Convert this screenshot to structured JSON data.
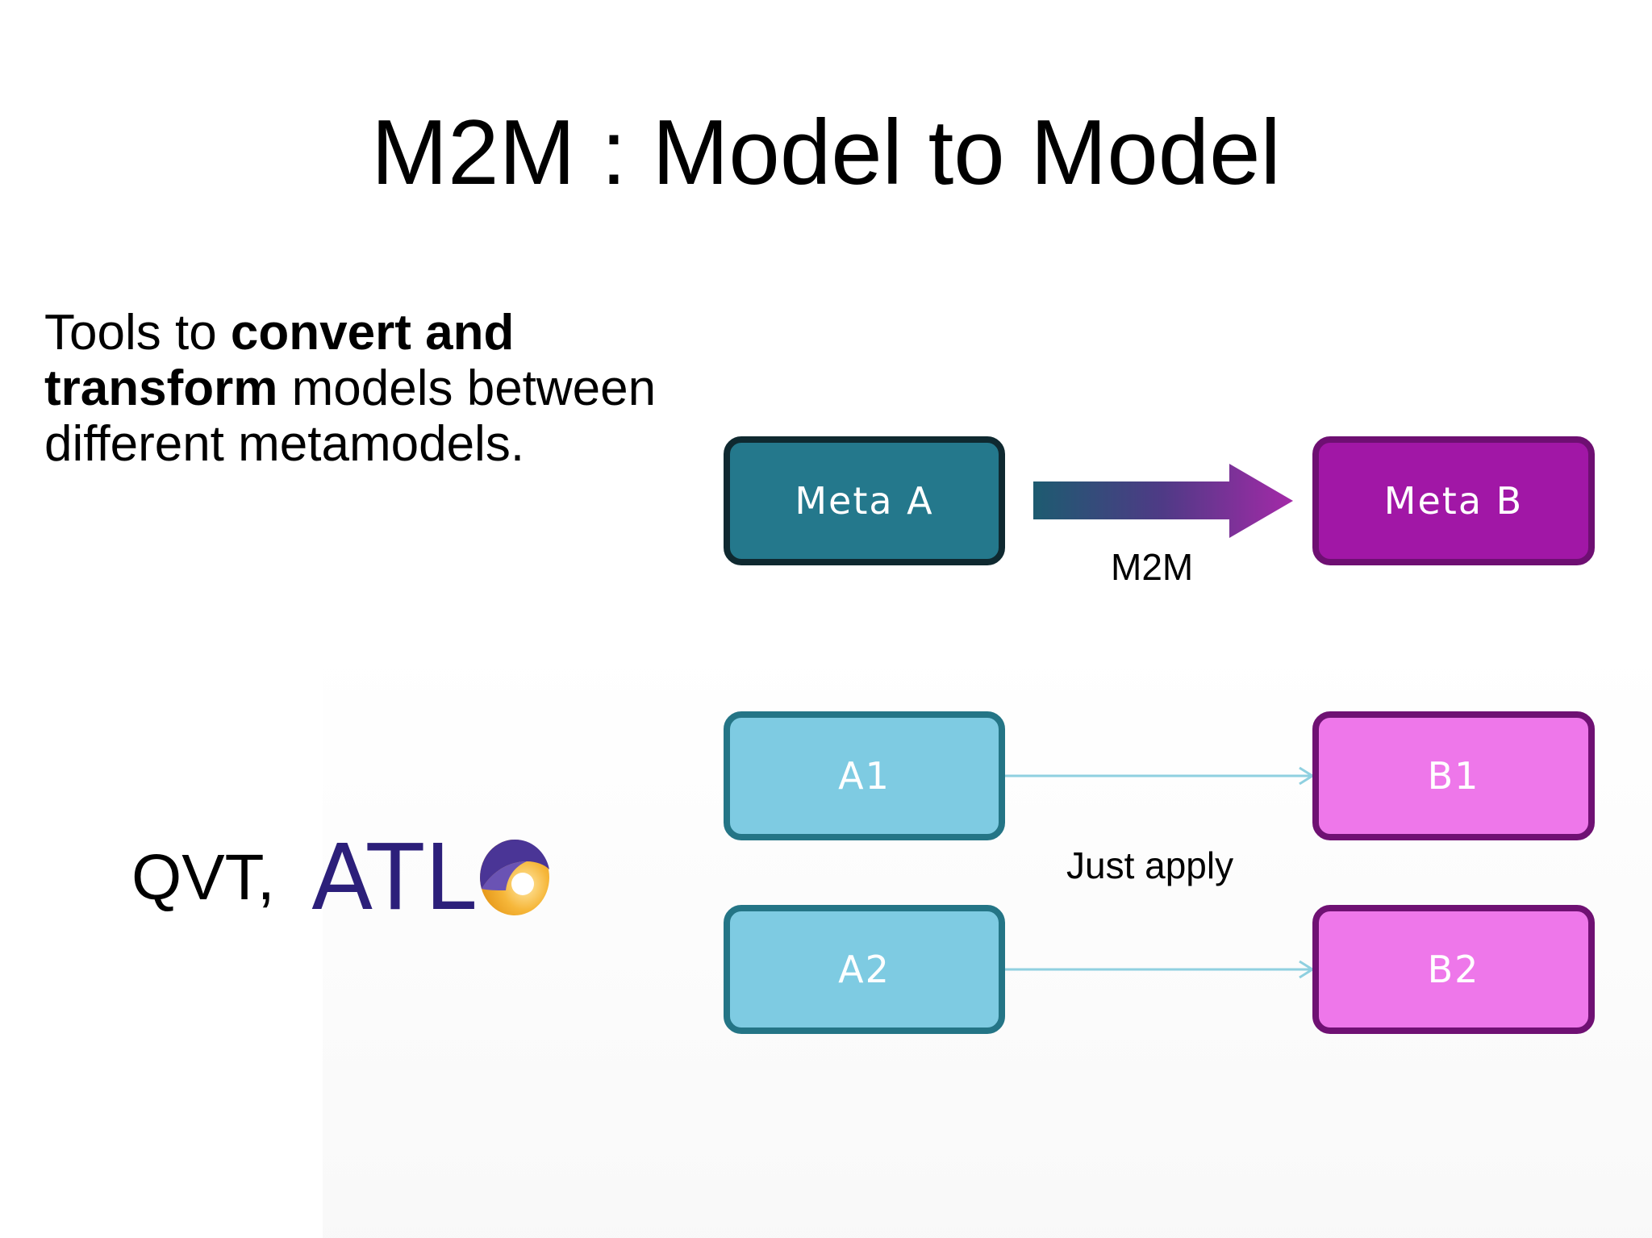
{
  "title": "M2M : Model to Model",
  "intro": {
    "part1": "Tools to ",
    "bold": "convert and transform",
    "part2": " models between different metamodels."
  },
  "tools": {
    "label": "QVT,",
    "logo_text": "ATL"
  },
  "diagram": {
    "nodes": {
      "meta_a": "Meta A",
      "meta_b": "Meta B",
      "a1": "A1",
      "a2": "A2",
      "b1": "B1",
      "b2": "B2"
    },
    "edge_labels": {
      "m2m": "M2M",
      "apply": "Just apply"
    }
  },
  "colors": {
    "meta_a_fill": "#24788c",
    "meta_b_fill": "#a117a6",
    "model_a_fill": "#7ecbe2",
    "model_b_fill": "#ee77ea",
    "arrow_start": "#1d5b70",
    "arrow_end": "#a42aa8",
    "connector": "#8fd0e0",
    "logo": "#2c1f7a"
  }
}
